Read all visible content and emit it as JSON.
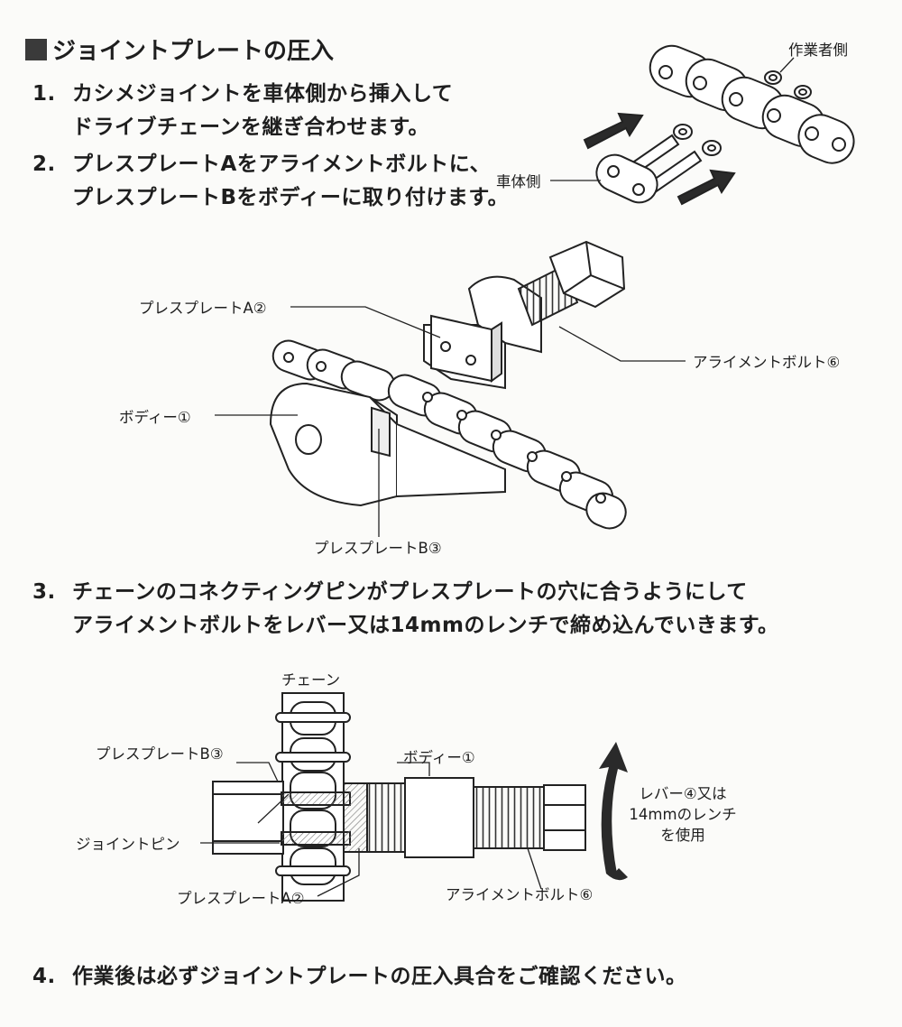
{
  "heading": "ジョイントプレートの圧入",
  "steps": [
    {
      "num": "1.",
      "line1": "カシメジョイントを車体側から挿入して",
      "line2": "ドライブチェーンを継ぎ合わせます。"
    },
    {
      "num": "2.",
      "line1": "プレスプレートAをアライメントボルトに、",
      "line2": "プレスプレートBをボディーに取り付けます。"
    },
    {
      "num": "3.",
      "line1": "チェーンのコネクティングピンがプレスプレートの穴に合うようにして",
      "line2": "アライメントボルトをレバー又は14mmのレンチで締め込んでいきます。"
    },
    {
      "num": "4.",
      "line1": "作業後は必ずジョイントプレートの圧入具合をご確認ください。"
    }
  ],
  "fig1": {
    "worker_side": "作業者側",
    "vehicle_side": "車体側"
  },
  "fig2": {
    "press_plate_a": "プレスプレートA②",
    "alignment_bolt": "アライメントボルト⑥",
    "body": "ボディー①",
    "press_plate_b": "プレスプレートB③"
  },
  "fig3": {
    "chain": "チェーン",
    "press_plate_b": "プレスプレートB③",
    "body": "ボディー①",
    "joint_pin": "ジョイントピン",
    "press_plate_a": "プレスプレートA②",
    "alignment_bolt": "アライメントボルト⑥",
    "lever_line1": "レバー④又は",
    "lever_line2": "14mmのレンチ",
    "lever_line3": "を使用"
  }
}
